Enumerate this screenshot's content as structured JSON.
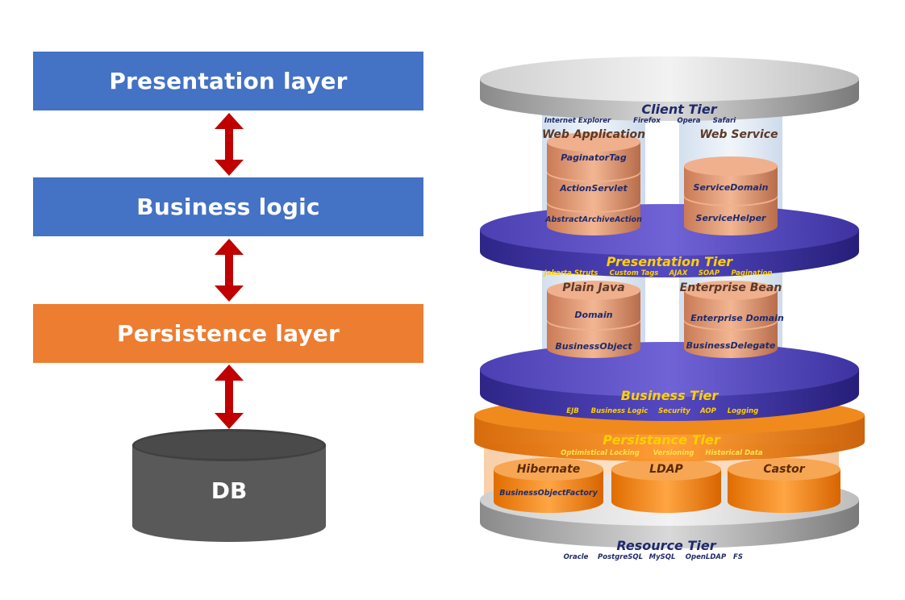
{
  "layers": {
    "presentation": "Presentation layer",
    "business": "Business logic",
    "persistence": "Persistence layer",
    "db": "DB"
  },
  "tiers": {
    "client": {
      "title": "Client Tier",
      "tech": [
        "Internet Explorer",
        "Firefox",
        "Opera",
        "Safari"
      ]
    },
    "web_app": {
      "title": "Web Application",
      "items": [
        "PaginatorTag",
        "ActionServlet",
        "AbstractArchiveAction"
      ]
    },
    "web_service": {
      "title": "Web Service",
      "items": [
        "ServiceDomain",
        "ServiceHelper"
      ]
    },
    "presentation": {
      "title": "Presentation Tier",
      "tech": [
        "Jakarta Struts",
        "Custom Tags",
        "AJAX",
        "SOAP",
        "Pagination"
      ]
    },
    "plain_java": {
      "title": "Plain Java",
      "items": [
        "Domain",
        "BusinessObject"
      ]
    },
    "enterprise_bean": {
      "title": "Enterprise Bean",
      "items": [
        "Enterprise Domain",
        "BusinessDelegate"
      ]
    },
    "business": {
      "title": "Business Tier",
      "tech": [
        "EJB",
        "Business Logic",
        "Security",
        "AOP",
        "Logging"
      ]
    },
    "persistance": {
      "title": "Persistance Tier",
      "tech": [
        "Optimistical Locking",
        "Versioning",
        "Historical Data"
      ]
    },
    "hibernate": {
      "title": "Hibernate",
      "items": [
        "BusinessObjectFactory"
      ]
    },
    "ldap": {
      "title": "LDAP"
    },
    "castor": {
      "title": "Castor"
    },
    "resource": {
      "title": "Resource Tier",
      "tech": [
        "Oracle",
        "PostgreSQL",
        "MySQL",
        "OpenLDAP",
        "FS"
      ]
    }
  },
  "colors": {
    "blue_layer": "#4472c4",
    "orange_layer": "#ed7d31",
    "arrow": "#c00000",
    "db": "#595959",
    "purple_disc": "#4a3fb5",
    "orange_disc": "#f07c12",
    "silver_disc": "#c9c9c9",
    "salmon_cylinder": "#e8a27c",
    "tier_text_navy": "#1f2a6b",
    "tier_text_yellow": "#ffd000"
  }
}
